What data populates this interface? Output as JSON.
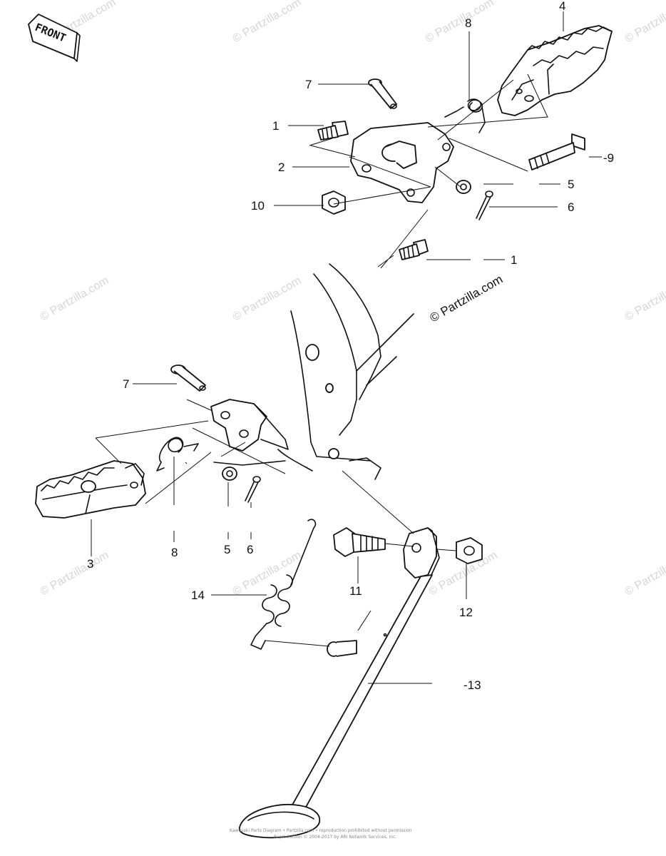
{
  "front_tag": "FRONT",
  "labels": {
    "top_4": "4",
    "top_8": "8",
    "top_7": "7",
    "top_1": "1",
    "top_9": "-9",
    "top_2": "2",
    "top_5": "5",
    "top_10": "10",
    "top_6": "6",
    "top_1b": "1",
    "left_7": "7",
    "left_3": "3",
    "left_8": "8",
    "left_5": "5",
    "left_6": "6",
    "stand_14": "14",
    "stand_11": "11",
    "stand_12": "12",
    "stand_13": "-13"
  },
  "watermark": "© Partzilla.com",
  "footer_line1": "Kawasaki Parts Diagram • Partzilla.com • reproduction prohibited without permission",
  "footer_line2": "Reproduction © 2004-2017 by ARI Network Services, Inc.",
  "colors": {
    "ink": "#111111",
    "watermark": "#d6d6d6",
    "background": "#ffffff"
  }
}
